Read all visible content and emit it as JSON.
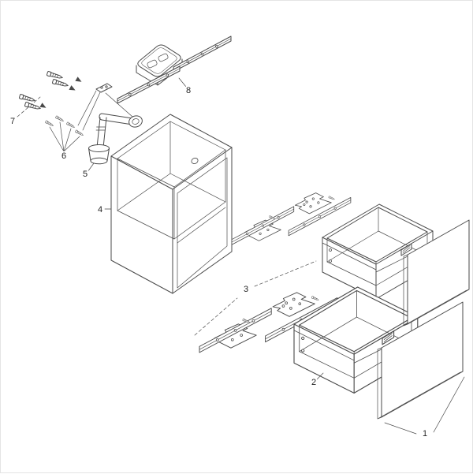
{
  "figure": {
    "background": "#ffffff",
    "line_color": "#4a4a4a",
    "label_color": "#1f1f1f"
  },
  "parts": [
    {
      "label": "1",
      "depicts": "drawer-front-panels"
    },
    {
      "label": "2",
      "depicts": "drawer-boxes"
    },
    {
      "label": "3",
      "depicts": "drawer-runner-sets"
    },
    {
      "label": "4",
      "depicts": "cabinet-body"
    },
    {
      "label": "5",
      "depicts": "siphon-trap"
    },
    {
      "label": "6",
      "depicts": "small-fitting-screws"
    },
    {
      "label": "7",
      "depicts": "mounting-screw-set"
    },
    {
      "label": "8",
      "depicts": "storage-tray-and-rails"
    }
  ]
}
